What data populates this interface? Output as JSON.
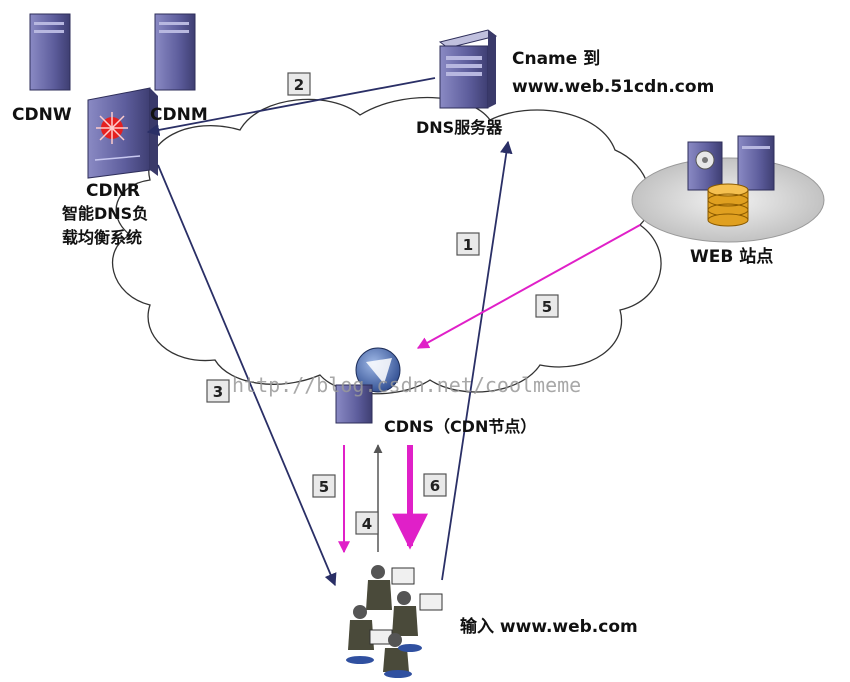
{
  "labels": {
    "cdnw": "CDNW",
    "cdnm": "CDNM",
    "cdnr": "CDNR",
    "cdnr_desc_1": "智能DNS负",
    "cdnr_desc_2": "载均衡系统",
    "cname_1": "Cname 到",
    "cname_2": "www.web.51cdn.com",
    "dns_server": "DNS服务器",
    "web_site": "WEB 站点",
    "cdns": "CDNS（CDN节点）",
    "user_input": "输入 www.web.com"
  },
  "steps": [
    "1",
    "2",
    "3",
    "4",
    "5",
    "5",
    "6"
  ],
  "watermark": "http://blog.csdn.net/coolmeme",
  "colors": {
    "arrow_dark": "#2a2f66",
    "arrow_magenta": "#e020c8",
    "server": "#6b6ba8",
    "cloud_stroke": "#333333"
  }
}
